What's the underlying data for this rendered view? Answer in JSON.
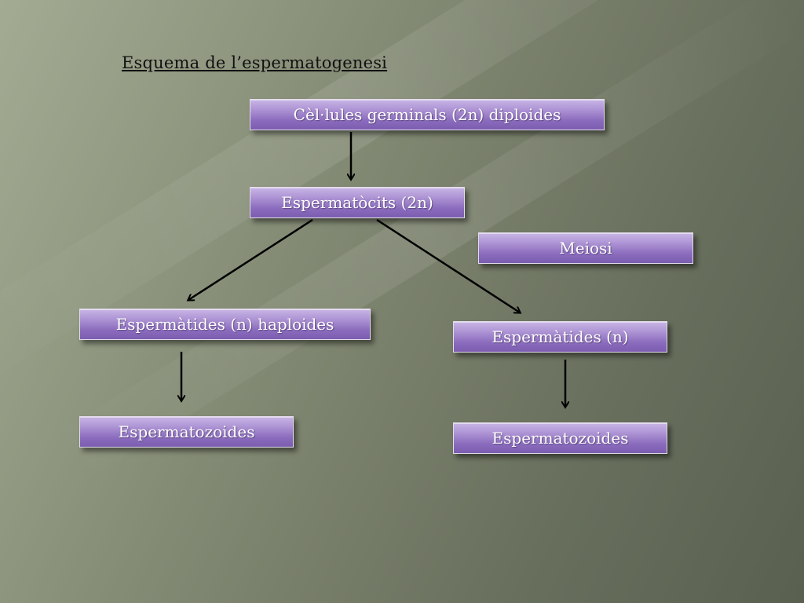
{
  "title": "Esquema de l’espermatogenesi",
  "nodes": {
    "germ_cells": "Cèl·lules germinals (2n) diploides",
    "spermatocytes": "Espermatòcits (2n)",
    "meiosis": "Meiosi",
    "spermatids_haploid": "Espermàtides (n) haploides",
    "spermatids": "Espermàtides (n)",
    "spermatozoa_left": "Espermatozoides",
    "spermatozoa_right": "Espermatozoides"
  },
  "colors": {
    "box_fill": "#9b7fc8",
    "arrow": "#000000",
    "background": "#7d846f"
  }
}
